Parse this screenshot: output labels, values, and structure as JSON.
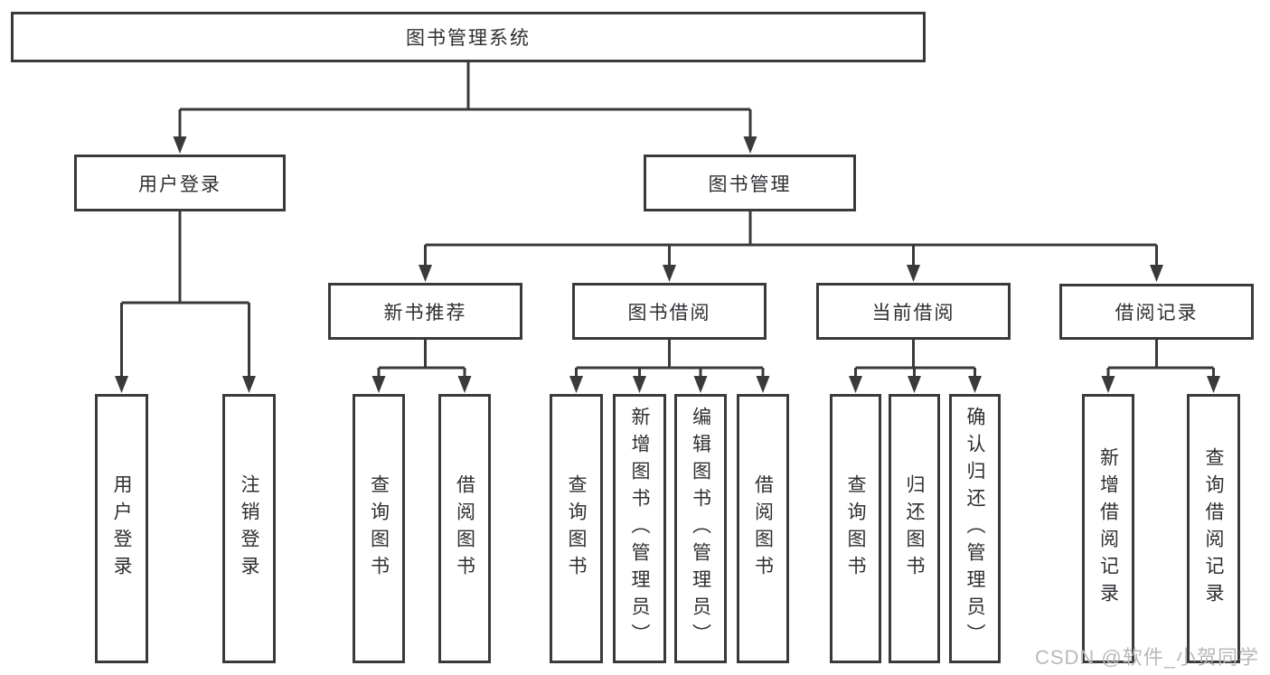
{
  "colors": {
    "background": "#ffffff",
    "stroke": "#3a3a3a",
    "text": "#2e2f33",
    "watermark": "#b9b9b9"
  },
  "watermark": {
    "text": "CSDN @软件_小贺同学"
  },
  "tree": {
    "root": {
      "label": "图书管理系统",
      "children": [
        {
          "label": "用户登录",
          "children": [
            {
              "label": "用户登录"
            },
            {
              "label": "注销登录"
            }
          ]
        },
        {
          "label": "图书管理",
          "children": [
            {
              "label": "新书推荐",
              "children": [
                {
                  "label": "查询图书"
                },
                {
                  "label": "借阅图书"
                }
              ]
            },
            {
              "label": "图书借阅",
              "children": [
                {
                  "label": "查询图书"
                },
                {
                  "label": "新增图书（管理员）"
                },
                {
                  "label": "编辑图书（管理员）"
                },
                {
                  "label": "借阅图书"
                }
              ]
            },
            {
              "label": "当前借阅",
              "children": [
                {
                  "label": "查询图书"
                },
                {
                  "label": "归还图书"
                },
                {
                  "label": "确认归还（管理员）"
                }
              ]
            },
            {
              "label": "借阅记录",
              "children": [
                {
                  "label": "新增借阅记录"
                },
                {
                  "label": "查询借阅记录"
                }
              ]
            }
          ]
        }
      ]
    }
  }
}
